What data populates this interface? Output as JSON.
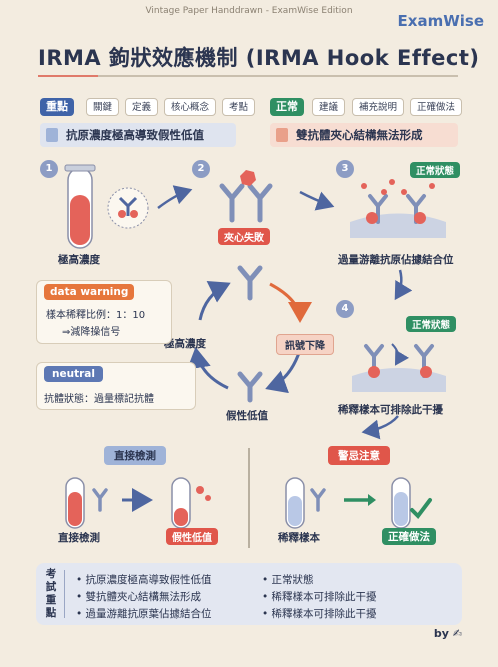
{
  "header": {
    "edition": "Vintage Paper Handdrawn - ExamWise Edition",
    "brand": "ExamWise",
    "title": "IRMA 鉤狀效應機制 (IRMA Hook Effect)"
  },
  "tags_left": {
    "main": "重點",
    "items": [
      "關鍵",
      "定義",
      "核心概念",
      "考點"
    ],
    "banner": "抗原濃度極高導致假性低值"
  },
  "tags_right": {
    "main": "正常",
    "items": [
      "建議",
      "補充說明",
      "正確做法"
    ],
    "banner": "雙抗體夾心結構無法形成"
  },
  "steps": {
    "s1": {
      "num": "1",
      "label": "極高濃度"
    },
    "s2": {
      "num": "2",
      "tag": "夾心失敗"
    },
    "s3": {
      "num": "3",
      "badge": "正常狀態",
      "label": "過量游離抗原佔據結合位"
    },
    "s4": {
      "num": "4",
      "badge": "正常狀態",
      "label": "稀釋樣本可排除此干擾"
    }
  },
  "cycle": {
    "left_label": "極高濃度",
    "right_tag": "訊號下降",
    "bottom_label": "假性低值"
  },
  "data_warning": {
    "title": "data warning",
    "line1": "樣本稀釋比例：1：10",
    "line2": "⇒減降操信号"
  },
  "neutral_note": {
    "title": "neutral",
    "text": "抗體狀態：過量標記抗體"
  },
  "alert_tag": "警忌注意",
  "bottom_left": {
    "head": "直接檢測",
    "label": "直接檢測",
    "result": "假性低值"
  },
  "bottom_right": {
    "label": "稀釋樣本",
    "result": "正確做法"
  },
  "summary": {
    "side": "考試重點",
    "col1": [
      "抗原濃度極高導致假性低值",
      "雙抗體夾心結構無法形成",
      "過量游離抗原葉佔據結合位"
    ],
    "col2": [
      "正常狀態",
      "稀釋樣本可排除此干擾",
      "稀釋樣本可排除此干擾"
    ]
  },
  "byline": "by ✍",
  "colors": {
    "navy": "#2b3550",
    "red": "#e0564a",
    "green": "#2f8f63",
    "blue": "#4a6fb0",
    "orange": "#e6763c",
    "paper": "#f3ece0"
  }
}
